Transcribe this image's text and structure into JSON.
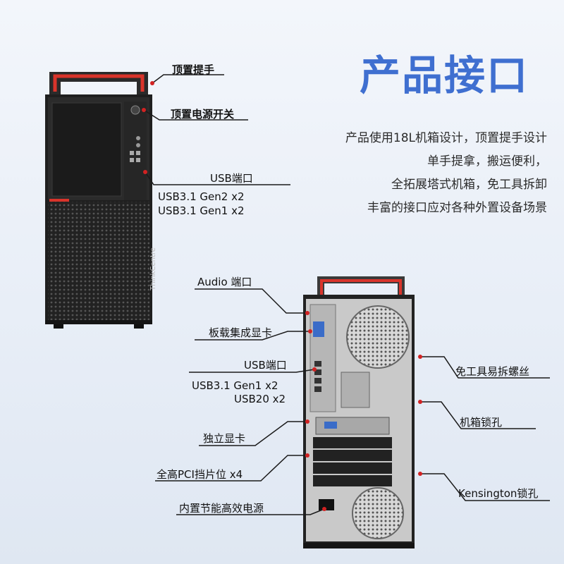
{
  "headline": "产品接口",
  "description": [
    "产品使用18L机箱设计，顶置提手设计",
    "单手提拿，搬运便利，",
    "全拓展塔式机箱，免工具拆卸",
    "丰富的接口应对各种外置设备场景"
  ],
  "front_labels": {
    "handle": "顶置提手",
    "power": "顶置电源开关",
    "usb_title": "USB端口",
    "usb_line1": "USB3.1 Gen2 x2",
    "usb_line2": "USB3.1 Gen1 x2"
  },
  "rear_left_labels": {
    "audio": "Audio 端口",
    "onboard_gpu": "板载集成显卡",
    "usb_title": "USB端口",
    "usb_line1": "USB3.1 Gen1 x2",
    "usb_line2": "USB20 x2",
    "discrete_gpu": "独立显卡",
    "pci": "全高PCI挡片位 x4",
    "psu": "内置节能高效电源"
  },
  "rear_right_labels": {
    "screws": "免工具易拆螺丝",
    "lock": "机箱锁孔",
    "kensington": "Kensington锁孔"
  },
  "brand_badge": "ThinkCentre",
  "colors": {
    "accent": "#3f6fd0",
    "handle": "#d9342b",
    "line": "#1a1a1a",
    "pointer": "#d22222"
  }
}
